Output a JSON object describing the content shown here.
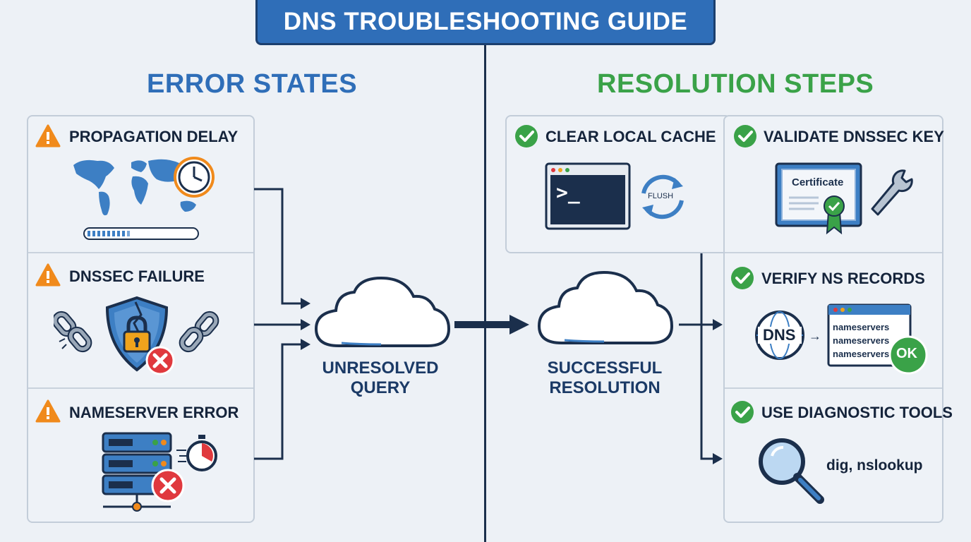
{
  "title": "DNS TROUBLESHOOTING GUIDE",
  "error_section": {
    "heading": "ERROR STATES",
    "items": [
      {
        "label": "PROPAGATION DELAY",
        "icon": "warning-icon"
      },
      {
        "label": "DNSSEC FAILURE",
        "icon": "warning-icon"
      },
      {
        "label": "NAMESERVER ERROR",
        "icon": "warning-icon"
      }
    ]
  },
  "resolution_section": {
    "heading": "RESOLUTION STEPS",
    "items": [
      {
        "label": "CLEAR LOCAL CACHE",
        "icon": "check-icon"
      },
      {
        "label": "VALIDATE DNSSEC KEY",
        "icon": "check-icon"
      },
      {
        "label": "VERIFY NS RECORDS",
        "icon": "check-icon"
      },
      {
        "label": "USE DIAGNOSTIC TOOLS",
        "icon": "check-icon"
      }
    ]
  },
  "clouds": {
    "unresolved": [
      "UNRESOLVED",
      "QUERY"
    ],
    "successful": [
      "SUCCESSFUL",
      "RESOLUTION"
    ]
  },
  "illustrations": {
    "flush_label": "FLUSH",
    "terminal_prompt": ">_",
    "certificate_label": "Certificate",
    "dns_label": "DNS",
    "nameservers": [
      "nameservers",
      "nameservers",
      "nameservers"
    ],
    "ok_label": "OK",
    "tools_text": "dig, nslookup"
  },
  "colors": {
    "title_bg": "#2f6eb8",
    "error_heading": "#2f6eb8",
    "resolution_heading": "#3aa248",
    "warning": "#f08a1c",
    "check": "#3aa248",
    "error_x": "#e0393e",
    "navy": "#1b2f4c"
  }
}
